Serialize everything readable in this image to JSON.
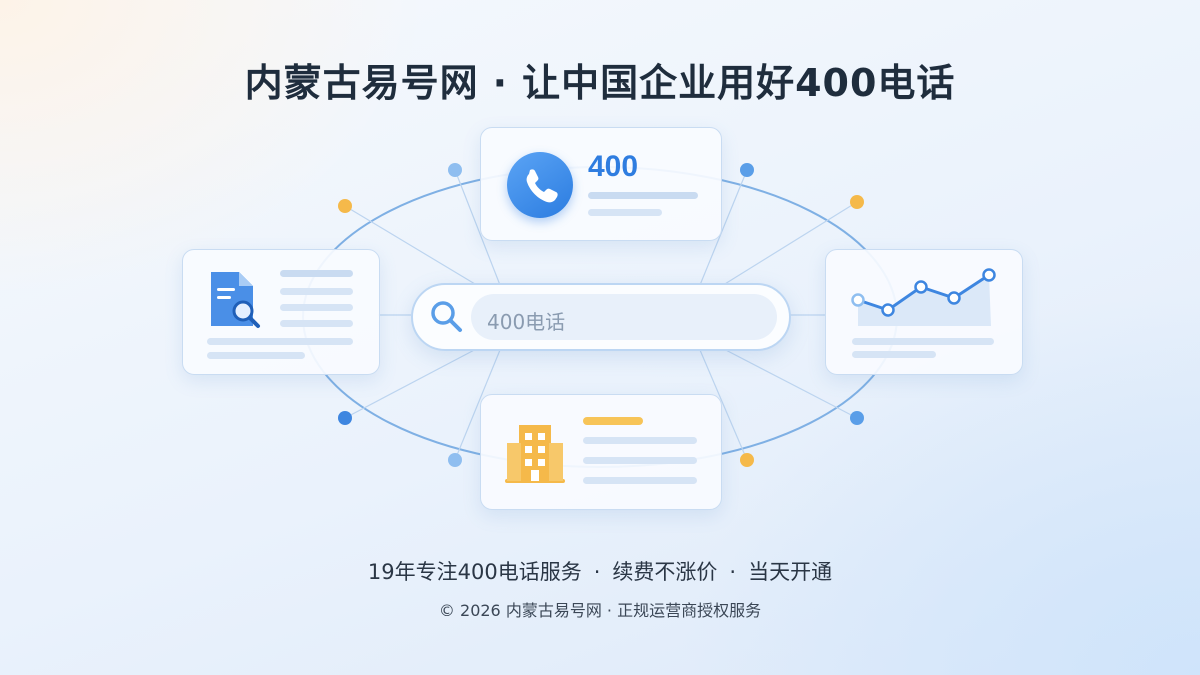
{
  "header": {
    "brand": "内蒙古易号网",
    "separator": "·",
    "slogan": "让中国企业用好400电话"
  },
  "phone_card": {
    "number": "400",
    "icon": "phone-icon"
  },
  "document_card": {
    "icon": "document-search-icon"
  },
  "chart_card": {
    "icon": "line-chart-icon"
  },
  "building_card": {
    "icon": "building-icon"
  },
  "search": {
    "placeholder": "400电话",
    "icon": "search-icon"
  },
  "tagline": {
    "item1": "19年专注400电话服务",
    "separator": "·",
    "item2": "续费不涨价",
    "item3": "当天开通"
  },
  "footer": {
    "copyright": "© 2026 内蒙古易号网 · 正规运营商授权服务"
  },
  "colors": {
    "accent_blue": "#2f7de0",
    "accent_orange": "#f5b94a",
    "title_text": "#1f2d3d"
  }
}
